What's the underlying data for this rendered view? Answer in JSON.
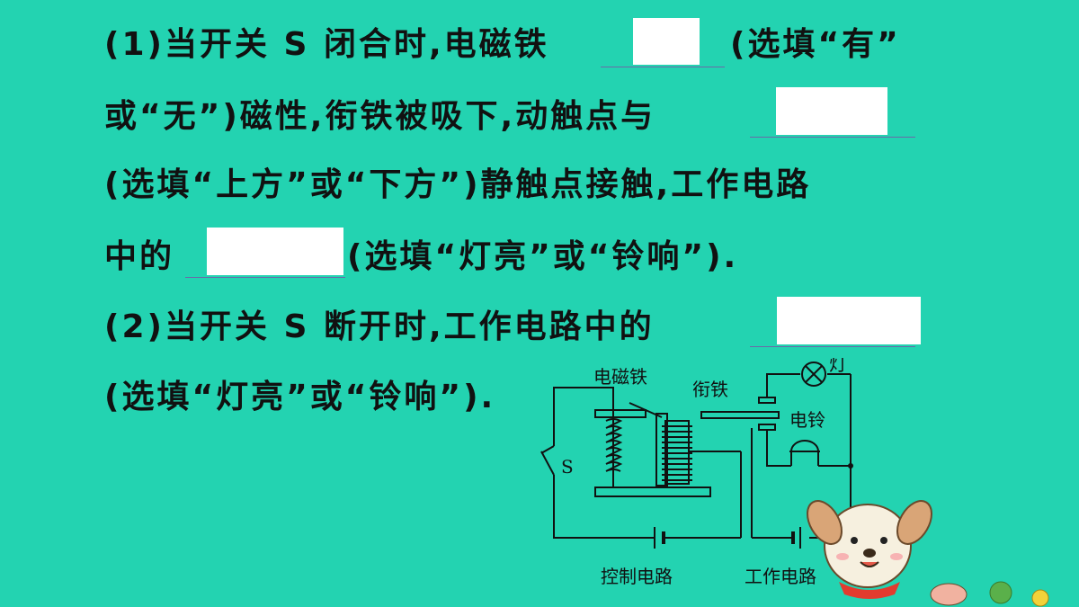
{
  "question": {
    "line1": "(1)当开关 S 闭合时,电磁铁",
    "line1_tail": "(选填“有”",
    "line2": "或“无”)磁性,衔铁被吸下,动触点与",
    "line3": "(选填“上方”或“下方”)静触点接触,工作电路",
    "line4_head": "中的",
    "line4_tail": "(选填“灯亮”或“铃响”).",
    "line5": "(2)当开关 S 断开时,工作电路中的",
    "line6": "(选填“灯亮”或“铃响”)."
  },
  "diagram": {
    "label_electromagnet": "电磁铁",
    "label_armature": "衔铁",
    "label_lamp": "灯",
    "label_bell": "电铃",
    "label_switch": "S",
    "label_control": "控制电路",
    "label_working": "工作电路"
  },
  "colors": {
    "background": "#23d3b1",
    "blank": "#ffffff",
    "underline": "#6a6aa8"
  }
}
